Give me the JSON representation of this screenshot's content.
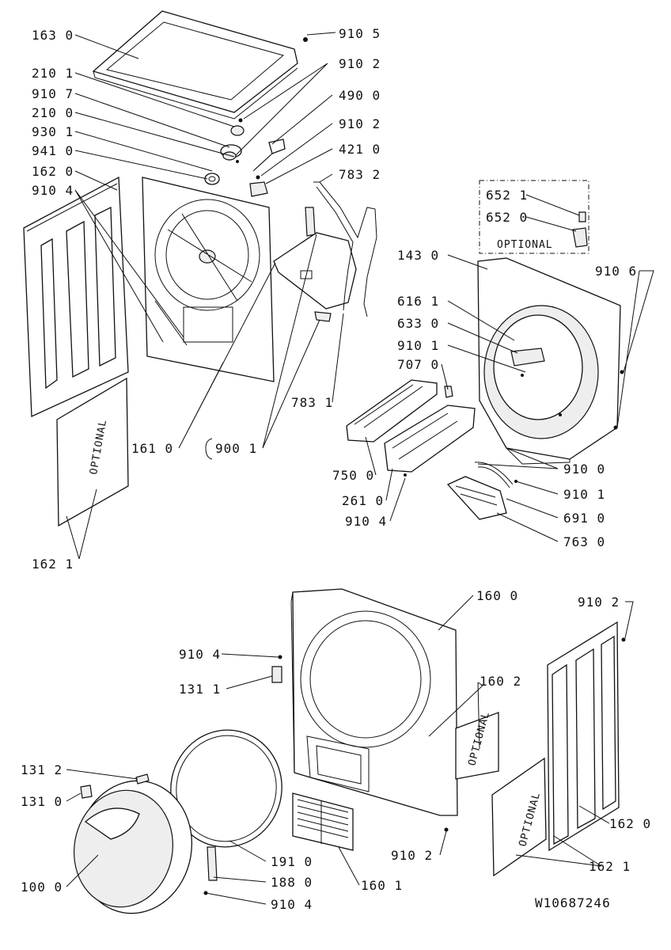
{
  "labels": {
    "l1630": "163 0",
    "l9105": "910 5",
    "l2101": "210 1",
    "l9102a": "910 2",
    "l9107": "910 7",
    "l4900": "490 0",
    "l2100": "210 0",
    "l9102b": "910 2",
    "l9301": "930 1",
    "l4210": "421 0",
    "l9410": "941 0",
    "l7832": "783 2",
    "l1620a": "162 0",
    "l9104a": "910 4",
    "l6521": "652 1",
    "l6520": "652 0",
    "l1430": "143 0",
    "l9106": "910 6",
    "l6161": "616 1",
    "l6330": "633 0",
    "l9101a": "910 1",
    "l7070": "707 0",
    "l7831": "783 1",
    "l1610": "161 0",
    "l9001": "900 1",
    "l9100": "910 0",
    "l7500": "750 0",
    "l9101b": "910 1",
    "l2610": "261 0",
    "l6910": "691 0",
    "l9104b": "910 4",
    "l7630": "763 0",
    "l1621a": "162 1",
    "l1600": "160 0",
    "l9102c": "910 2",
    "l9104c": "910 4",
    "l1311": "131 1",
    "l1602": "160 2",
    "l1312": "131 2",
    "l1310": "131 0",
    "l1620b": "162 0",
    "l9102d": "910 2",
    "l1910": "191 0",
    "l1621b": "162 1",
    "l1000": "100 0",
    "l1880": "188 0",
    "l1601": "160 1",
    "l9104d": "910 4"
  },
  "optional": {
    "box": "OPTIONAL",
    "panel_left": "OPTIONAL",
    "panel_front": "OPTIONAL",
    "panel_right": "OPTIONAL"
  },
  "doc_number": "W10687246"
}
